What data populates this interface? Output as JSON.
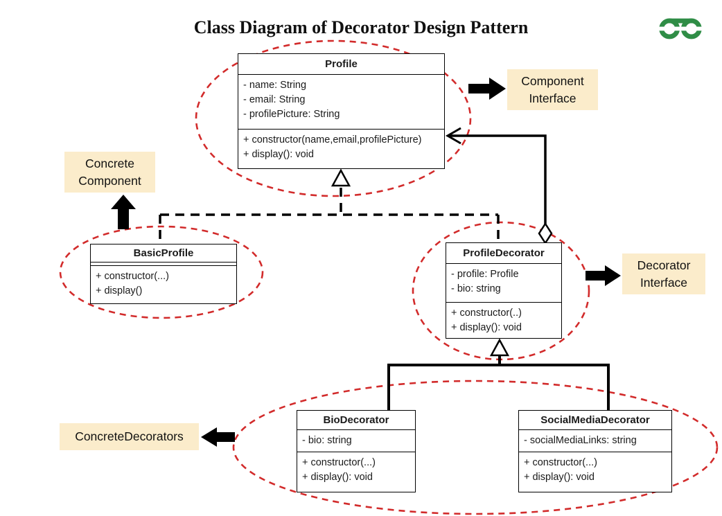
{
  "title": "Class Diagram of Decorator Design Pattern",
  "logo": {
    "name": "geeksforgeeks-logo",
    "color": "#2f8d46"
  },
  "colors": {
    "annotation_bg": "#fbeccb",
    "ellipse_red": "#d22b2b",
    "line_black": "#000000",
    "background": "#ffffff"
  },
  "classes": {
    "profile": {
      "name": "Profile",
      "attributes": [
        "- name: String",
        "- email: String",
        "- profilePicture: String"
      ],
      "methods": [
        "+ constructor(name,email,profilePicture)",
        "+ display(): void"
      ]
    },
    "basic_profile": {
      "name": "BasicProfile",
      "attributes": [],
      "methods": [
        "+ constructor(...)",
        "+ display()"
      ]
    },
    "profile_decorator": {
      "name": "ProfileDecorator",
      "attributes": [
        "- profile: Profile",
        "- bio: string"
      ],
      "methods": [
        "+ constructor(..)",
        "+ display(): void"
      ]
    },
    "bio_decorator": {
      "name": "BioDecorator",
      "attributes": [
        "- bio: string"
      ],
      "methods": [
        "+ constructor(...)",
        "+ display(): void"
      ]
    },
    "social_media_decorator": {
      "name": "SocialMediaDecorator",
      "attributes": [
        "- socialMediaLinks: string"
      ],
      "methods": [
        "+ constructor(...)",
        "+ display(): void"
      ]
    }
  },
  "annotations": {
    "component_interface": {
      "line1": "Component",
      "line2": "Interface"
    },
    "concrete_component": {
      "line1": "Concrete",
      "line2": "Component"
    },
    "decorator_interface": {
      "line1": "Decorator",
      "line2": "Interface"
    },
    "concrete_decorators": {
      "line1": "ConcreteDecorators"
    }
  },
  "relationships": [
    {
      "type": "realization-dashed",
      "from": "BasicProfile",
      "to": "Profile"
    },
    {
      "type": "realization-dashed",
      "from": "ProfileDecorator",
      "to": "Profile"
    },
    {
      "type": "aggregation-diamond",
      "from": "ProfileDecorator",
      "to": "Profile"
    },
    {
      "type": "inheritance-solid",
      "from": "BioDecorator",
      "to": "ProfileDecorator"
    },
    {
      "type": "inheritance-solid",
      "from": "SocialMediaDecorator",
      "to": "ProfileDecorator"
    }
  ]
}
